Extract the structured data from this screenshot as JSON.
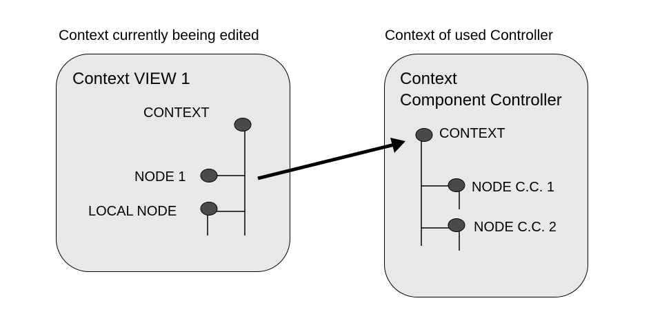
{
  "headings": {
    "left": "Context currently beeing edited",
    "right": "Context of used Controller"
  },
  "left_box": {
    "title": "Context VIEW 1",
    "nodes": {
      "context": "CONTEXT",
      "node1": "NODE 1",
      "local_node": "LOCAL NODE"
    }
  },
  "right_box": {
    "title_line1": "Context",
    "title_line2": "Component Controller",
    "nodes": {
      "context": "CONTEXT",
      "node_cc1": "NODE C.C. 1",
      "node_cc2": "NODE C.C. 2"
    }
  },
  "colors": {
    "box_fill": "#e8e8e8",
    "node_fill": "#4a4a4a",
    "line": "#000000"
  }
}
